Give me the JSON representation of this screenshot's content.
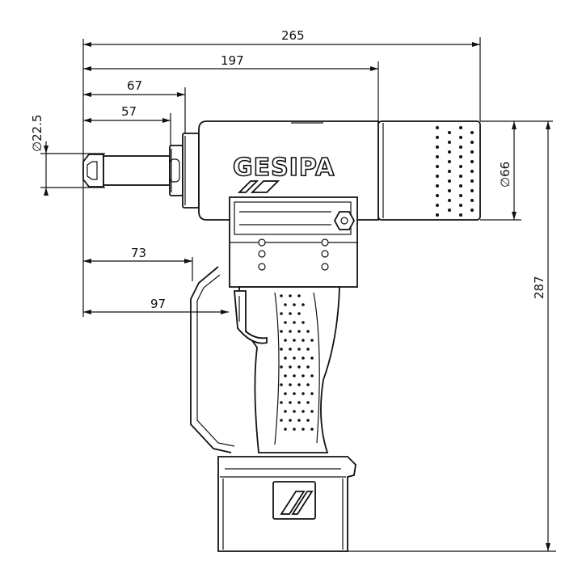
{
  "diagram": {
    "brand_logo": "GESIPA",
    "dimensions": {
      "overall_length": "265",
      "nose_to_body_end": "197",
      "nose_to_front_flange": "67",
      "nose_to_nose_collar": "57",
      "nose_to_trigger_top": "73",
      "nose_to_handle_guard": "97",
      "nose_diameter": "∅22.5",
      "canister_diameter": "∅66",
      "overall_height": "287"
    }
  }
}
